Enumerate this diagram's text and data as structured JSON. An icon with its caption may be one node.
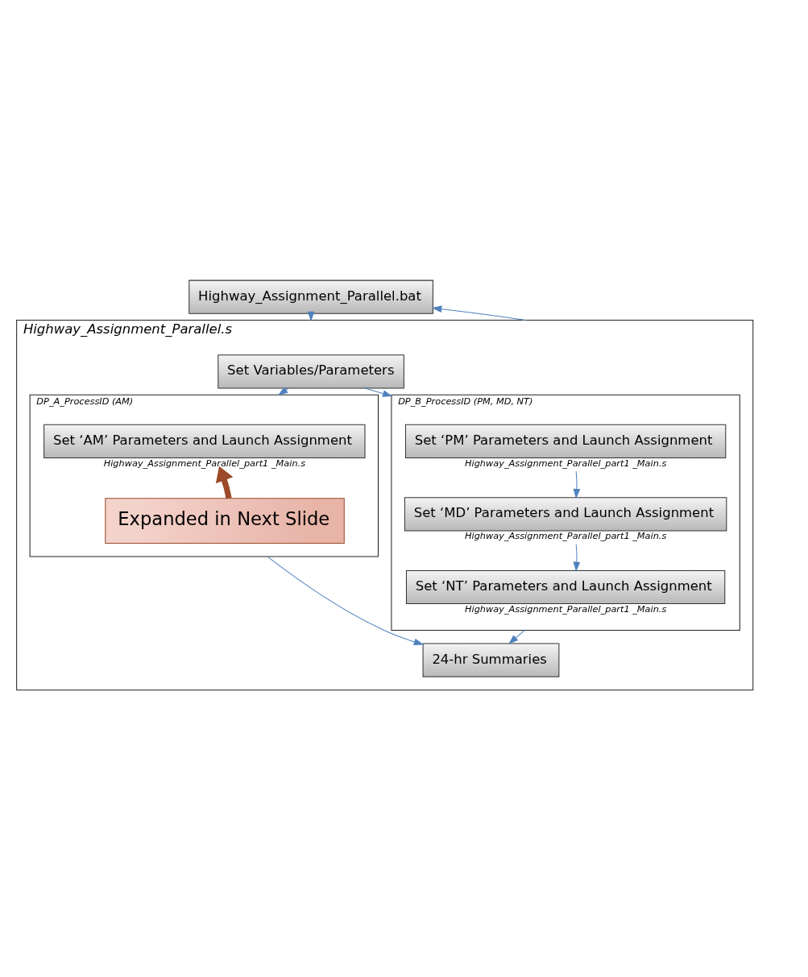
{
  "diagram": {
    "nodes": [
      {
        "text": [
          "Highway_Assignment_Parallel.bat"
        ]
      },
      {
        "text": [
          "Highway_Assignment_Parallel.s"
        ]
      },
      {
        "text": [
          "Set Variables/Parameters"
        ],
        "in": 1
      },
      {
        "text": [
          "DP_A_ProcessID (AM)"
        ],
        "in": 1
      },
      {
        "text": [
          "Set ‘AM’ Parameters and Launch Assignment"
        ],
        "in": 3,
        "beside": [
          "Highway_Assignment_Parallel_part1 _Main.s"
        ]
      },
      {
        "text": [
          "Expanded in Next Slide"
        ],
        "in": 3
      },
      {
        "text": [
          "DP_B_ProcessID (PM, MD, NT)"
        ],
        "in": 1
      },
      {
        "text": [
          "Set ‘PM’ Parameters and Launch Assignment"
        ],
        "in": 6,
        "beside": [
          "Highway_Assignment_Parallel_part1 _Main.s"
        ]
      },
      {
        "text": [
          "Set ‘MD’ Parameters and Launch Assignment"
        ],
        "in": 6,
        "beside": [
          "Highway_Assignment_Parallel_part1 _Main.s"
        ]
      },
      {
        "text": [
          "Set ‘NT’ Parameters and Launch Assignment"
        ],
        "in": 6,
        "beside": [
          "Highway_Assignment_Parallel_part1 _Main.s"
        ]
      },
      {
        "text": [
          "24-hr Summaries"
        ],
        "in": 1
      }
    ],
    "edges": [
      {
        "from": 0,
        "to": 1,
        "arrow": "to"
      },
      {
        "from": 1,
        "to": 0,
        "arrow": "to"
      },
      {
        "from": 2,
        "to": 3,
        "arrow": "to"
      },
      {
        "from": 2,
        "to": 6,
        "arrow": "to"
      },
      {
        "from": 5,
        "to": 4,
        "arrow": "to",
        "style": "thick",
        "color": "#9c4a2a"
      },
      {
        "from": 7,
        "to": 8,
        "arrow": "to"
      },
      {
        "from": 8,
        "to": 9,
        "arrow": "to"
      },
      {
        "from": 3,
        "to": 10,
        "arrow": "to"
      },
      {
        "from": 6,
        "to": 10,
        "arrow": "to"
      }
    ]
  }
}
